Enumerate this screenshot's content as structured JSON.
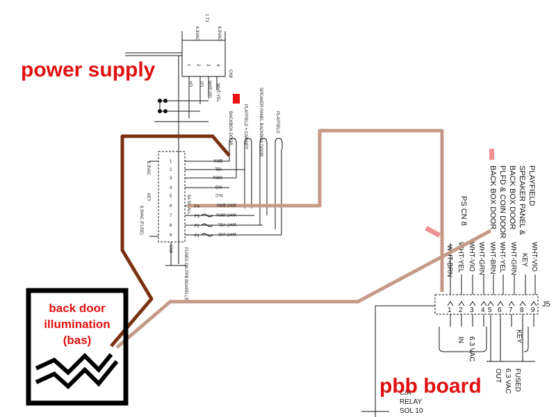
{
  "labels": {
    "power_supply": "power supply",
    "pbb_board": "pbb board",
    "back_door_line1": "back door",
    "back_door_line2": "illumination",
    "back_door_line3": "(bas)"
  },
  "left_schematic": {
    "top_ref": "1 T1",
    "vac_a": "6.3VAC",
    "vac_b": "6.5VAC",
    "pins_top": [
      "1",
      "2",
      "3",
      "4"
    ],
    "cn9": "CN9",
    "top_wires": [
      "YEL",
      "YEL",
      "WHT-YEL",
      "WHT-YEL"
    ],
    "branches": [
      "BACKBOX DOOR",
      "PLAYFIELD + CABINET",
      "SPEAKER PANEL BACKBOX DOOR",
      "PLAYFIELD"
    ],
    "side_upper": "6.3VAC",
    "side_lower": "6.3VAC (FUSE)",
    "key": "KEY",
    "wires": [
      "BRN",
      "YEL",
      "GRN",
      "VIO",
      "N.C",
      "WHT-BRN",
      "WHT-GRN",
      "WHT-YEL",
      "WHT-VIO"
    ],
    "pins": [
      "1",
      "2",
      "3",
      "4",
      "5",
      "6",
      "7",
      "8",
      "9"
    ],
    "fuses": [
      "F4",
      "F3",
      "F2",
      "F1"
    ],
    "fuse_value": "5A SB ALL",
    "fuse_note": "FUSES ON PPB BOARD (J5)",
    "cn8": "CN8"
  },
  "right_schematic": {
    "headers": [
      "PLAYFIELD",
      "SPEAKER PANEL &",
      "BACK BOX DOOR",
      "PLFD & COIN DOOR",
      "BACK BOX DOOR"
    ],
    "ps_cn8": "PS CN 8",
    "wires": [
      "WHT-BRN",
      "WHT-YEL",
      "WHT-VIO",
      "WHT-GRN",
      "WHT-BRN",
      "WHT-YEL",
      "WHT-GRN",
      "KEY",
      "WHT-VIO"
    ],
    "pins": [
      "1",
      "2",
      "3",
      "4",
      "5",
      "6",
      "7",
      "8",
      "9"
    ],
    "connector": "J5",
    "in_label": "IN",
    "vac_in": "6.3 VAC",
    "key_label": "KEY",
    "out_label": "OUT",
    "vac_out": "6.3 VAC",
    "fused": "FUSED",
    "relay_lines": [
      "C/A",
      "RELAY",
      "SOL 10"
    ]
  },
  "colors": {
    "label_red": "#e01010",
    "wire_dark_brown": "#7a3210",
    "wire_light_brown": "#c49a86",
    "marker_red": "#ee1111",
    "marker_pink": "#f09090",
    "ink": "#111111"
  }
}
